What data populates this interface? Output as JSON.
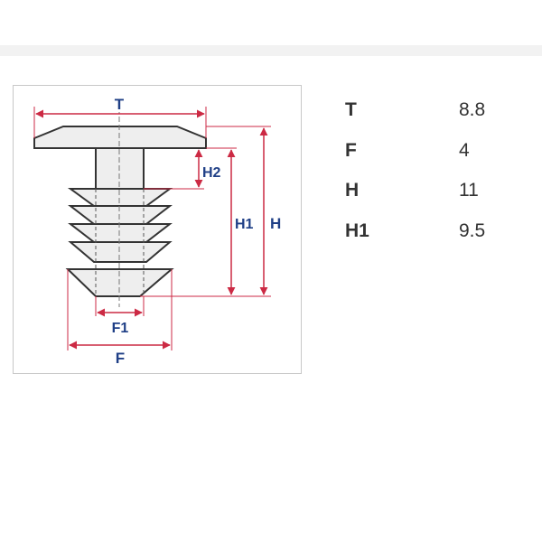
{
  "diagram": {
    "labels": {
      "t": "T",
      "h2": "H2",
      "h1": "H1",
      "h": "H",
      "f1": "F1",
      "f": "F"
    },
    "colors": {
      "dimension_line": "#cc2a44",
      "label_text": "#1f3f86",
      "part_outline": "#333333",
      "part_fill": "#eeeeee"
    }
  },
  "specs": [
    {
      "key": "T",
      "value": "8.8"
    },
    {
      "key": "F",
      "value": "4"
    },
    {
      "key": "H",
      "value": "11"
    },
    {
      "key": "H1",
      "value": "9.5"
    }
  ]
}
